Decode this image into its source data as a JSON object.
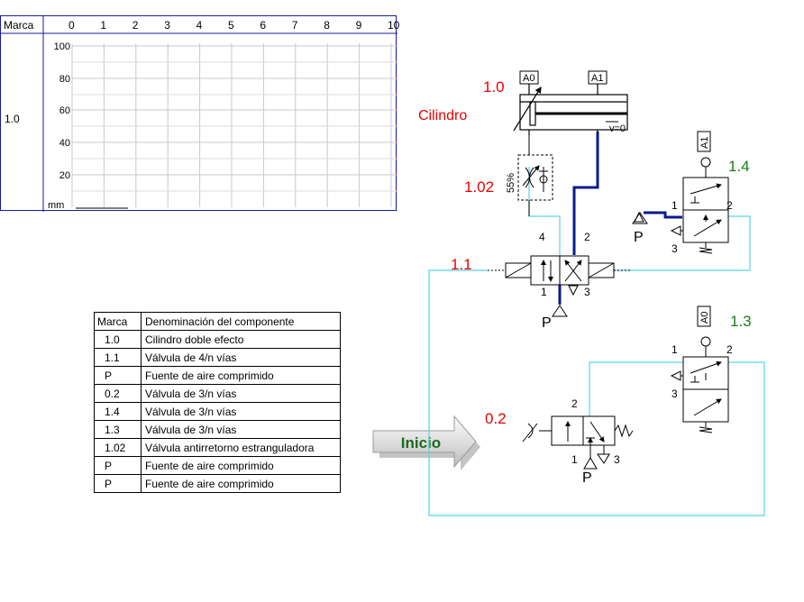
{
  "diagram_table": {
    "header_label": "Marca",
    "x_ticks": [
      "0",
      "1",
      "2",
      "3",
      "4",
      "5",
      "6",
      "7",
      "8",
      "9",
      "10"
    ],
    "row_label": "1.0",
    "y_ticks": [
      "100",
      "80",
      "60",
      "40",
      "20"
    ],
    "unit": "mm"
  },
  "component_table": {
    "headers": [
      "Marca",
      "Denominación del componente"
    ],
    "rows": [
      {
        "mark": "1.0",
        "name": "Cilindro doble efecto"
      },
      {
        "mark": "1.1",
        "name": "Válvula de 4/n vías"
      },
      {
        "mark": "P",
        "name": "Fuente de aire comprimido"
      },
      {
        "mark": "0.2",
        "name": "Válvula de 3/n vías"
      },
      {
        "mark": "1.4",
        "name": "Válvula de 3/n vías"
      },
      {
        "mark": "1.3",
        "name": "Válvula de 3/n vías"
      },
      {
        "mark": "1.02",
        "name": "Válvula antirretorno estranguladora"
      },
      {
        "mark": "P",
        "name": "Fuente de aire comprimido"
      },
      {
        "mark": "P",
        "name": "Fuente de aire comprimido"
      }
    ]
  },
  "start_button": {
    "label": "Inicio"
  },
  "circuit": {
    "cylinder_id": "1.0",
    "cylinder_name": "Cilindro",
    "sensor_a0": "A0",
    "sensor_a1": "A1",
    "velocity": "v=0",
    "throttle_id": "1.02",
    "throttle_pct": "55%",
    "valve_main_id": "1.1",
    "valve_14_id": "1.4",
    "valve_13_id": "1.3",
    "valve_02_id": "0.2",
    "port_1": "1",
    "port_2": "2",
    "port_3": "3",
    "port_4": "4",
    "pressure": "P",
    "colors": {
      "pressure_line": "#0a1a8c",
      "signal_line": "#55d6e6",
      "id_red": "#e80000",
      "id_green": "#1c7a1c"
    }
  }
}
